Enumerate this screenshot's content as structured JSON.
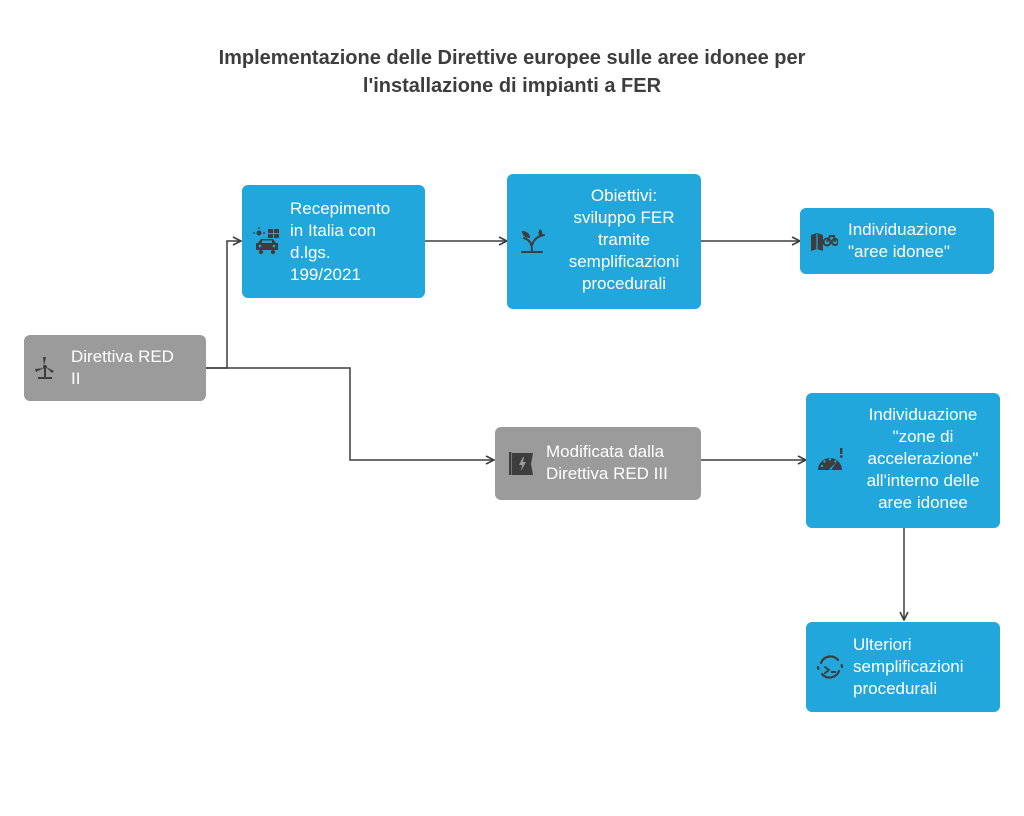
{
  "title": "Implementazione delle Direttive europee sulle aree idonee per\nl'installazione di impianti a FER",
  "nodes": {
    "red2": {
      "label": "Direttiva RED\nII",
      "icon": "wind-turbine-icon"
    },
    "recepimento": {
      "label": "Recepimento\nin Italia con\nd.lgs.\n199/2021",
      "icon": "solar-car-icon"
    },
    "obiettivi": {
      "label": "Obiettivi:\nsviluppo FER\ntramite\nsemplificazioni\nprocedurali",
      "icon": "plant-sprout-icon"
    },
    "aree_idonee": {
      "label": "Individuazione\n\"aree idonee\"",
      "icon": "map-bike-icon"
    },
    "red3": {
      "label": "Modificata dalla\nDirettiva RED III",
      "icon": "energy-flag-icon"
    },
    "zone_accelerazione": {
      "label": "Individuazione\n\"zone di\naccelerazione\"\nall'interno delle\naree idonee",
      "icon": "speedometer-icon"
    },
    "ulteriori": {
      "label": "Ulteriori\nsemplificazioni\nprocedurali",
      "icon": "circular-arrows-icon"
    }
  },
  "colors": {
    "blue": "#22a7dc",
    "gray": "#9b9b9b",
    "line": "#3d3d3d",
    "title": "#3d3d3d"
  }
}
